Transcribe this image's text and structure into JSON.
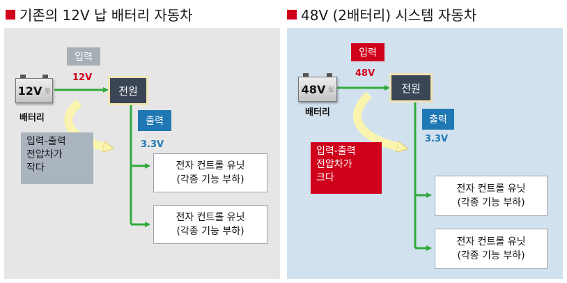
{
  "left_panel": {
    "title": "기존의 12V 납 배터리 자동차",
    "battery_voltage": "12V",
    "battery_tag": "型",
    "battery_label": "배터리",
    "input_tag": "입력",
    "input_voltage": "12V",
    "power_label": "전원",
    "output_tag": "출력",
    "output_voltage": "3.3V",
    "note_lines": [
      "입력-출력",
      "전압차가",
      "작다"
    ],
    "ecus": [
      {
        "line1": "전자 컨트롤 유닛",
        "line2": "(각종 기능 부하)"
      },
      {
        "line1": "전자 컨트롤 유닛",
        "line2": "(각종 기능 부하)"
      }
    ]
  },
  "right_panel": {
    "title": "48V (2배터리) 시스템 자동차",
    "battery_voltage": "48V",
    "battery_tag": "型",
    "battery_label": "배터리",
    "input_tag": "입력",
    "input_voltage": "48V",
    "power_label": "전원",
    "output_tag": "출력",
    "output_voltage": "3.3V",
    "note_lines": [
      "입력-출력",
      "전압차가",
      "크다"
    ],
    "ecus": [
      {
        "line1": "전자 컨트롤 유닛",
        "line2": "(각종 기능 부하)"
      },
      {
        "line1": "전자 컨트롤 유닛",
        "line2": "(각종 기능 부하)"
      }
    ]
  },
  "colors": {
    "title_square": "#d0021b",
    "left_bg": "#e6e6e6",
    "right_bg": "#d1e1ee",
    "wire": "#2faa3a",
    "power_box": "#3a4656",
    "input_tag_left": "#a6aeb6",
    "input_tag_right": "#d0021b",
    "output_tag": "#1f78b4",
    "input_voltage_text": "#d0021b",
    "output_voltage_text": "#1f78b4",
    "note_gray": "#a9b4be",
    "note_red": "#d0021b"
  }
}
